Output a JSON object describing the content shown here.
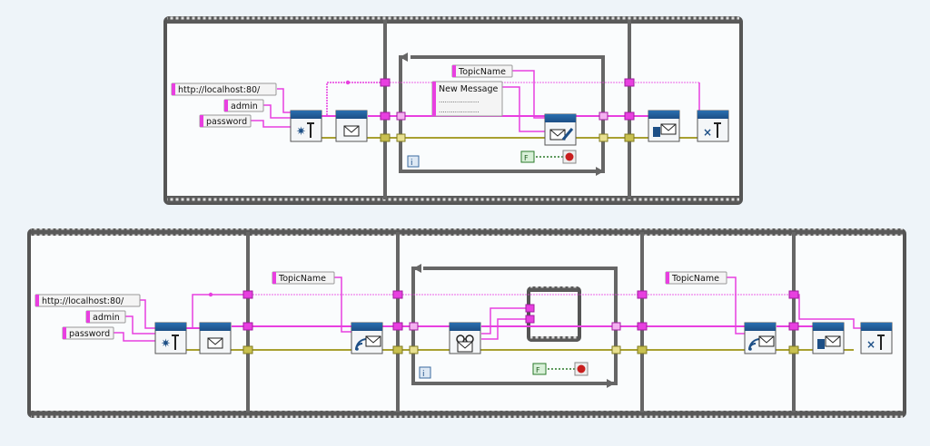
{
  "top": {
    "constants": {
      "url": "http://localhost:80/",
      "user": "admin",
      "password": "password",
      "topic": "TopicName",
      "message": "New Message",
      "message_lines": [
        "....................",
        "...................."
      ]
    },
    "loop": {
      "iteration": "i",
      "stop_bool": "F"
    },
    "icons": [
      "open-config-icon",
      "create-session-icon",
      "publish-message-icon",
      "delete-session-icon",
      "close-config-icon"
    ]
  },
  "bottom": {
    "constants": {
      "url": "http://localhost:80/",
      "user": "admin",
      "password": "password",
      "topic_subscribe": "TopicName",
      "topic_unsubscribe": "TopicName"
    },
    "loop": {
      "iteration": "i",
      "stop_bool": "F"
    },
    "icons": [
      "open-config-icon",
      "create-session-icon",
      "subscribe-icon",
      "read-message-icon",
      "unsubscribe-icon",
      "delete-session-icon",
      "close-config-icon"
    ]
  },
  "colors": {
    "string_wire": "#e83fe0",
    "cluster_wire": "#a8a030",
    "frame": "#555555",
    "background": "#eef4f9"
  }
}
